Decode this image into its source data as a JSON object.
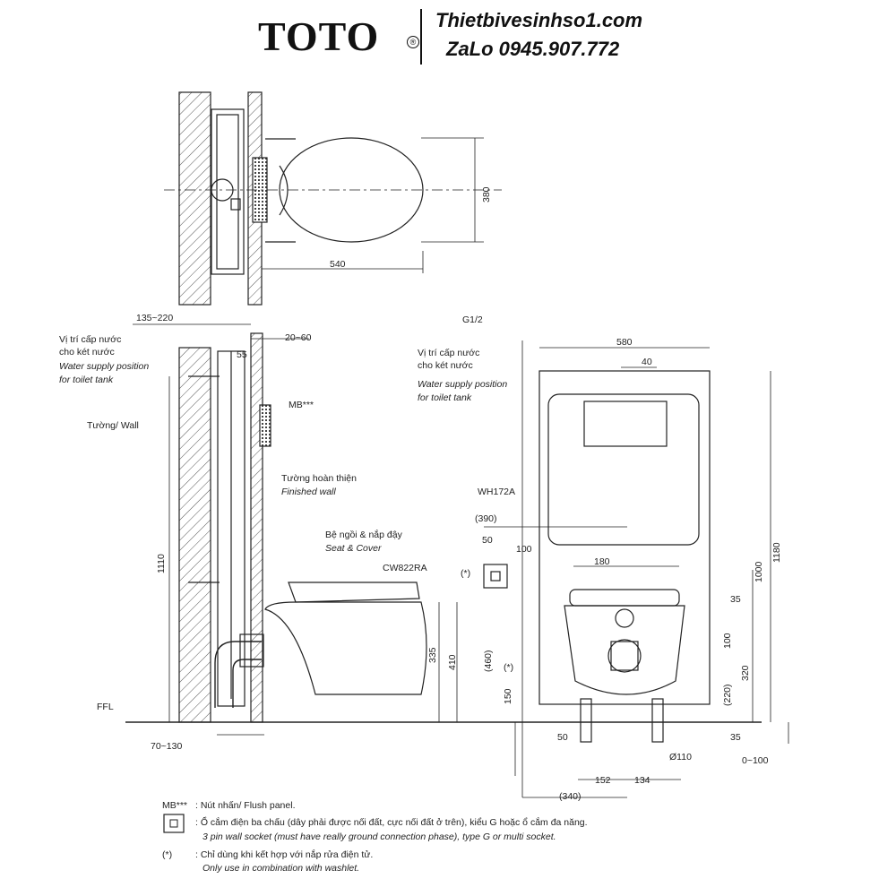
{
  "header": {
    "brand": "TOTO",
    "reg_mark": "®",
    "website": "Thietbivesinhso1.com",
    "contact": "ZaLo 0945.907.772"
  },
  "top_view": {
    "dim_depth": "540",
    "dim_width": "380"
  },
  "side_view": {
    "dim_wall_depth": "135~220",
    "dim_finish": "20~60",
    "dim_55": "55",
    "water_supply_vi_1": "Vị trí cấp nước",
    "water_supply_vi_2": "cho két nước",
    "water_supply_en_1": "Water supply position",
    "water_supply_en_2": "for toilet tank",
    "wall": "Tường/ Wall",
    "mb": "MB***",
    "finished_wall_vi": "Tường hoàn thiện",
    "finished_wall_en": "Finished wall",
    "seat_vi": "Bệ ngồi & nắp đậy",
    "seat_en": "Seat & Cover",
    "model": "CW822RA",
    "dim_1110": "1110",
    "dim_335": "335",
    "dim_410": "410",
    "ffl": "FFL",
    "dim_bottom": "70~130"
  },
  "front_view": {
    "g12": "G1/2",
    "water_supply_vi_1": "Vị trí cấp nước",
    "water_supply_vi_2": "cho két nước",
    "water_supply_en_1": "Water supply position",
    "water_supply_en_2": "for toilet tank",
    "frame": "WH172A",
    "dim_580": "580",
    "dim_40": "40",
    "dim_390": "(390)",
    "dim_50a": "50",
    "dim_100a": "100",
    "asterisk_a": "(*)",
    "asterisk_b": "(*)",
    "dim_180": "180",
    "dim_35a": "35",
    "dim_460": "(460)",
    "dim_150": "150",
    "dim_100b": "100",
    "dim_220": "(220)",
    "dim_320": "320",
    "dim_1000": "1000",
    "dim_1180": "1180",
    "dim_50b": "50",
    "dim_35b": "35",
    "dim_110": "Ø110",
    "dim_0_100": "0~100",
    "dim_152": "152",
    "dim_134": "134",
    "dim_340": "(340)"
  },
  "legend": {
    "mb_key": "MB***",
    "mb_text": ": Nút nhấn/ Flush panel.",
    "socket_text_vi": ": Ổ cắm điện ba chấu (dây phải được nối đất, cực nối đất ở trên), kiểu G hoặc ổ cắm đa năng.",
    "socket_text_en": "3 pin wall socket (must have really ground connection phase), type G or multi socket.",
    "note_key": "(*)",
    "note_vi": ": Chỉ dùng khi kết hợp với nắp rửa điện tử.",
    "note_en": "Only use in combination with washlet."
  }
}
